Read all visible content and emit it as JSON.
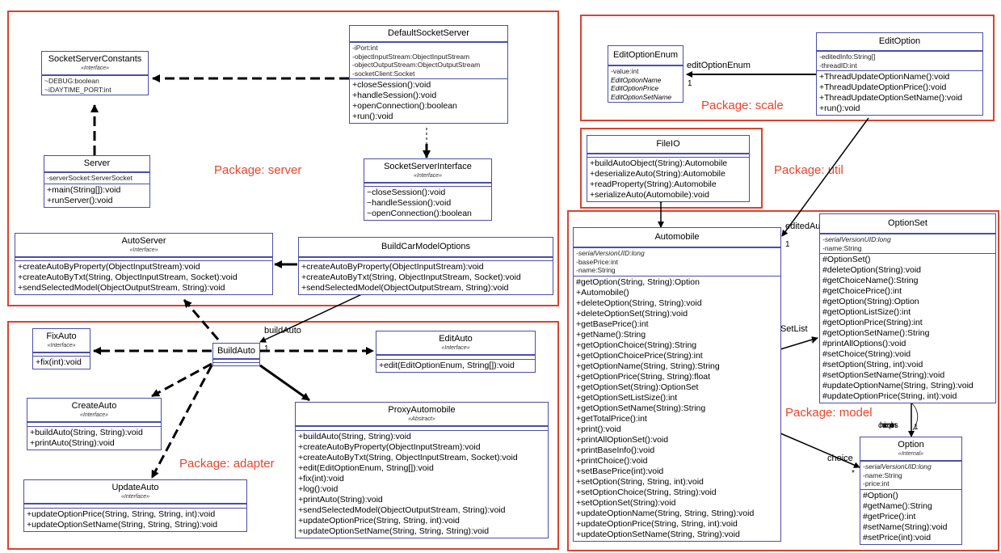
{
  "packages": {
    "server": "Package: server",
    "adapter": "Package: adapter",
    "scale": "Package: scale",
    "util": "Package: util",
    "model": "Package: model"
  },
  "classes": {
    "socketServerConstants": {
      "name": "SocketServerConstants",
      "stereotype": "«Interface»",
      "attributes": [
        "~DEBUG:boolean",
        "~iDAYTIME_PORT:int"
      ]
    },
    "defaultSocketServer": {
      "name": "DefaultSocketServer",
      "attributes": [
        "-iPort:int",
        "-objectInputStream:ObjectInputStream",
        "-objectOutputStream:ObjectOutputStream",
        "-socketClient:Socket"
      ],
      "operations": [
        "+closeSession():void",
        "+handleSession():void",
        "+openConnection():boolean",
        "+run():void"
      ]
    },
    "server": {
      "name": "Server",
      "attributes": [
        "-serverSocket:ServerSocket"
      ],
      "operations": [
        "+main(String[]):void",
        "+runServer():void"
      ]
    },
    "socketServerInterface": {
      "name": "SocketServerInterface",
      "stereotype": "«Interface»",
      "operations": [
        "~closeSession():void",
        "~handleSession():void",
        "~openConnection():boolean"
      ]
    },
    "autoServer": {
      "name": "AutoServer",
      "stereotype": "«Interface»",
      "operations": [
        "+createAutoByProperty(ObjectInputStream):void",
        "+createAutoByTxt(String, ObjectInputStream, Socket):void",
        "+sendSelectedModel(ObjectOutputStream, String):void"
      ]
    },
    "buildCarModelOptions": {
      "name": "BuildCarModelOptions",
      "operations": [
        "+createAutoByProperty(ObjectInputStream):void",
        "+createAutoByTxt(String, ObjectInputStream, Socket):void",
        "+sendSelectedModel(ObjectOutputStream, String):void"
      ]
    },
    "fixAuto": {
      "name": "FixAuto",
      "stereotype": "«Interface»",
      "operations": [
        "+fix(int):void"
      ]
    },
    "buildAuto": {
      "name": "BuildAuto"
    },
    "editAuto": {
      "name": "EditAuto",
      "stereotype": "«Interface»",
      "operations": [
        "+edit(EditOptionEnum, String[]):void"
      ]
    },
    "createAuto": {
      "name": "CreateAuto",
      "stereotype": "«Interface»",
      "operations": [
        "+buildAuto(String, String):void",
        "+printAuto(String):void"
      ]
    },
    "proxyAutomobile": {
      "name": "ProxyAutomobile",
      "stereotype": "«Abstract»",
      "operations": [
        "+buildAuto(String, String):void",
        "+createAutoByProperty(ObjectInputStream):void",
        "+createAutoByTxt(String, ObjectInputStream, Socket):void",
        "+edit(EditOptionEnum, String[]):void",
        "+fix(int):void",
        "+log():void",
        "+printAuto(String):void",
        "+sendSelectedModel(ObjectOutputStream, String):void",
        "+updateOptionPrice(String, String, int):void",
        "+updateOptionSetName(String, String, String):void"
      ]
    },
    "updateAuto": {
      "name": "UpdateAuto",
      "stereotype": "«Interface»",
      "operations": [
        "+updateOptionPrice(String, String, String, int):void",
        "+updateOptionSetName(String, String, String):void"
      ]
    },
    "editOptionEnum": {
      "name": "EditOptionEnum",
      "attributes": [
        "-value:int"
      ],
      "literals": [
        "EditOptionName",
        "EditOptionPrice",
        "EditOptionSetName"
      ]
    },
    "editOption": {
      "name": "EditOption",
      "attributes": [
        "-editedInfo:String[]",
        "-threadID:int"
      ],
      "operations": [
        "+ThreadUpdateOptionName():void",
        "+ThreadUpdateOptionPrice():void",
        "+ThreadUpdateOptionSetName():void",
        "+run():void"
      ]
    },
    "fileIO": {
      "name": "FileIO",
      "operations": [
        "+buildAutoObject(String):Automobile",
        "+deserializeAuto(String):Automobile",
        "+readProperty(String):Automobile",
        "+serializeAuto(Automobile):void"
      ]
    },
    "automobile": {
      "name": "Automobile",
      "attributes": [
        "-serialVersionUID:long",
        "-basePrice:int",
        "-name:String"
      ],
      "operations": [
        "#getOption(String, String):Option",
        "+Automobile()",
        "+deleteOption(String, String):void",
        "+deleteOptionSet(String):void",
        "+getBasePrice():int",
        "+getName():String",
        "+getOptionChoice(String):String",
        "+getOptionChoicePrice(String):int",
        "+getOptionName(String, String):String",
        "+getOptionPrice(String, String):float",
        "+getOptionSet(String):OptionSet",
        "+getOptionSetListSize():int",
        "+getOptionSetName(String):String",
        "+getTotalPrice():int",
        "+print():void",
        "+printAllOptionSet():void",
        "+printBaseInfo():void",
        "+printChoice():void",
        "+setBasePrice(int):void",
        "+setOption(String, String, int):void",
        "+setOptionChoice(String, String):void",
        "+setOptionSet(String):void",
        "+updateOptionName(String, String, String):void",
        "+updateOptionPrice(String, String, int):void",
        "+updateOptionSetName(String, String):void"
      ]
    },
    "optionSet": {
      "name": "OptionSet",
      "attributes": [
        "-serialVersionUID:long",
        "-name:String"
      ],
      "operations": [
        "#OptionSet()",
        "#deleteOption(String):void",
        "#getChoiceName():String",
        "#getChoicePrice():int",
        "#getOption(String):Option",
        "#getOptionListSize():int",
        "#getOptionPrice(String):int",
        "#getOptionSetName():String",
        "#printAllOptions():void",
        "#setChoice(String):void",
        "#setOption(String, int):void",
        "#setOptionSetName(String):void",
        "#updateOptionName(String, String):void",
        "#updateOptionPrice(String, int):void"
      ]
    },
    "option": {
      "name": "Option",
      "stereotype": "«Internal»",
      "attributes": [
        "-serialVersionUID:long",
        "-name:String",
        "-price:int"
      ],
      "operations": [
        "#Option()",
        "#getName():String",
        "#getPrice():int",
        "#setName(String):void",
        "#setPrice(int):void"
      ]
    }
  },
  "relations": {
    "editOptionEnum_label": "editOptionEnum",
    "editOptionEnum_mult": "1",
    "editedAuto_label": "editedAuto",
    "editedAuto_mult": "1",
    "buildAuto_label": "buildAuto",
    "buildAuto_mult": "1",
    "optionSetList_label": "optionSetList",
    "optionSetList_mult": "*",
    "choice_label": "choice",
    "choice_mult": "*",
    "options_label": "choice options",
    "options_mult": "1"
  },
  "colors": {
    "package_border": "#d9432f",
    "package_label": "#e8452c",
    "class_border": "#4b4ea8"
  }
}
